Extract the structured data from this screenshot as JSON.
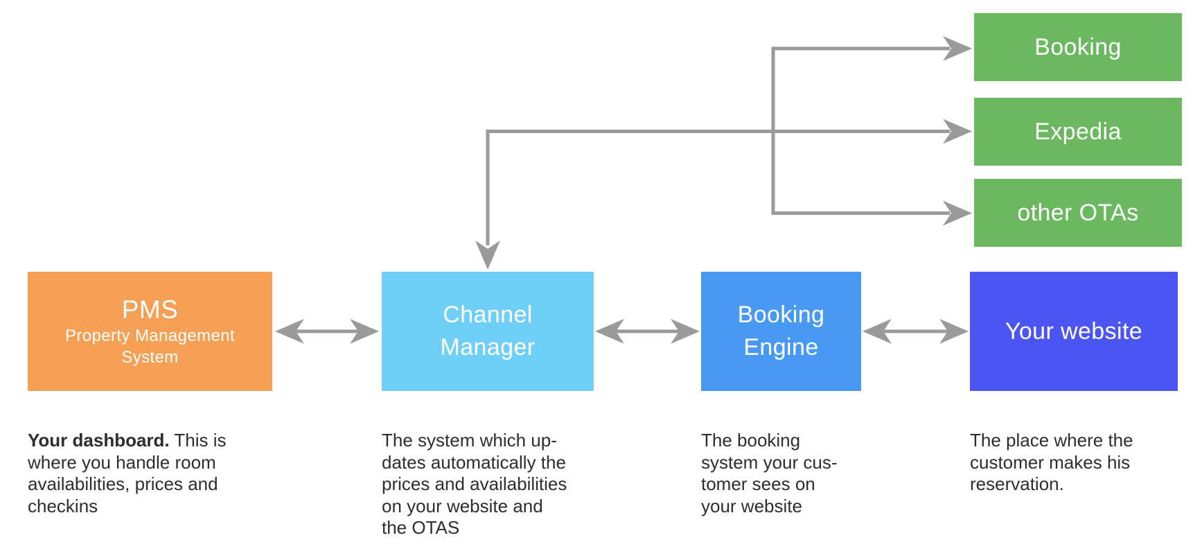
{
  "palette": {
    "background": "#FFFFFF",
    "orange": "#F5A054",
    "sky": "#70CFF7",
    "blue": "#4899F2",
    "indigo": "#4B55F2",
    "green": "#6BB861",
    "arrow": "#9A9A9A",
    "text": "#2D2D2D"
  },
  "nodes": {
    "pms": {
      "title": "PMS",
      "subtitle_line1": "Property Management",
      "subtitle_line2": "System",
      "color": "#F5A054"
    },
    "channel_manager": {
      "line1": "Channel",
      "line2": "Manager",
      "color": "#70CFF7"
    },
    "booking_engine": {
      "line1": "Booking",
      "line2": "Engine",
      "color": "#4899F2"
    },
    "website": {
      "label": "Your website",
      "color": "#4B55F2"
    }
  },
  "otas": [
    {
      "label": "Booking",
      "color": "#6BB861"
    },
    {
      "label": "Expedia",
      "color": "#6BB861"
    },
    {
      "label": "other OTAs",
      "color": "#6BB861"
    }
  ],
  "descriptions": {
    "pms": {
      "bold": "Your dashboard.",
      "rest": "This is",
      "lines": [
        "where you handle room",
        "availabilities, prices and",
        "checkins"
      ]
    },
    "channel_manager": {
      "lines": [
        "The system which up-",
        "dates automatically the",
        "prices and availabilities",
        "on your website and",
        "the OTAS"
      ]
    },
    "booking_engine": {
      "lines": [
        "The booking",
        "system your cus-",
        "tomer sees on",
        "your website"
      ]
    },
    "website": {
      "lines": [
        "The place where the",
        "customer makes his",
        "reservation."
      ]
    }
  },
  "connections": [
    {
      "from": "pms",
      "to": "channel_manager",
      "type": "bidirectional"
    },
    {
      "from": "channel_manager",
      "to": "booking_engine",
      "type": "bidirectional"
    },
    {
      "from": "booking_engine",
      "to": "website",
      "type": "bidirectional"
    },
    {
      "from": "channel_manager",
      "to": "Booking",
      "type": "arrow"
    },
    {
      "from": "channel_manager",
      "to": "Expedia",
      "type": "arrow"
    },
    {
      "from": "channel_manager",
      "to": "other OTAs",
      "type": "arrow"
    },
    {
      "from": "otas",
      "to": "channel_manager",
      "type": "arrow"
    }
  ]
}
